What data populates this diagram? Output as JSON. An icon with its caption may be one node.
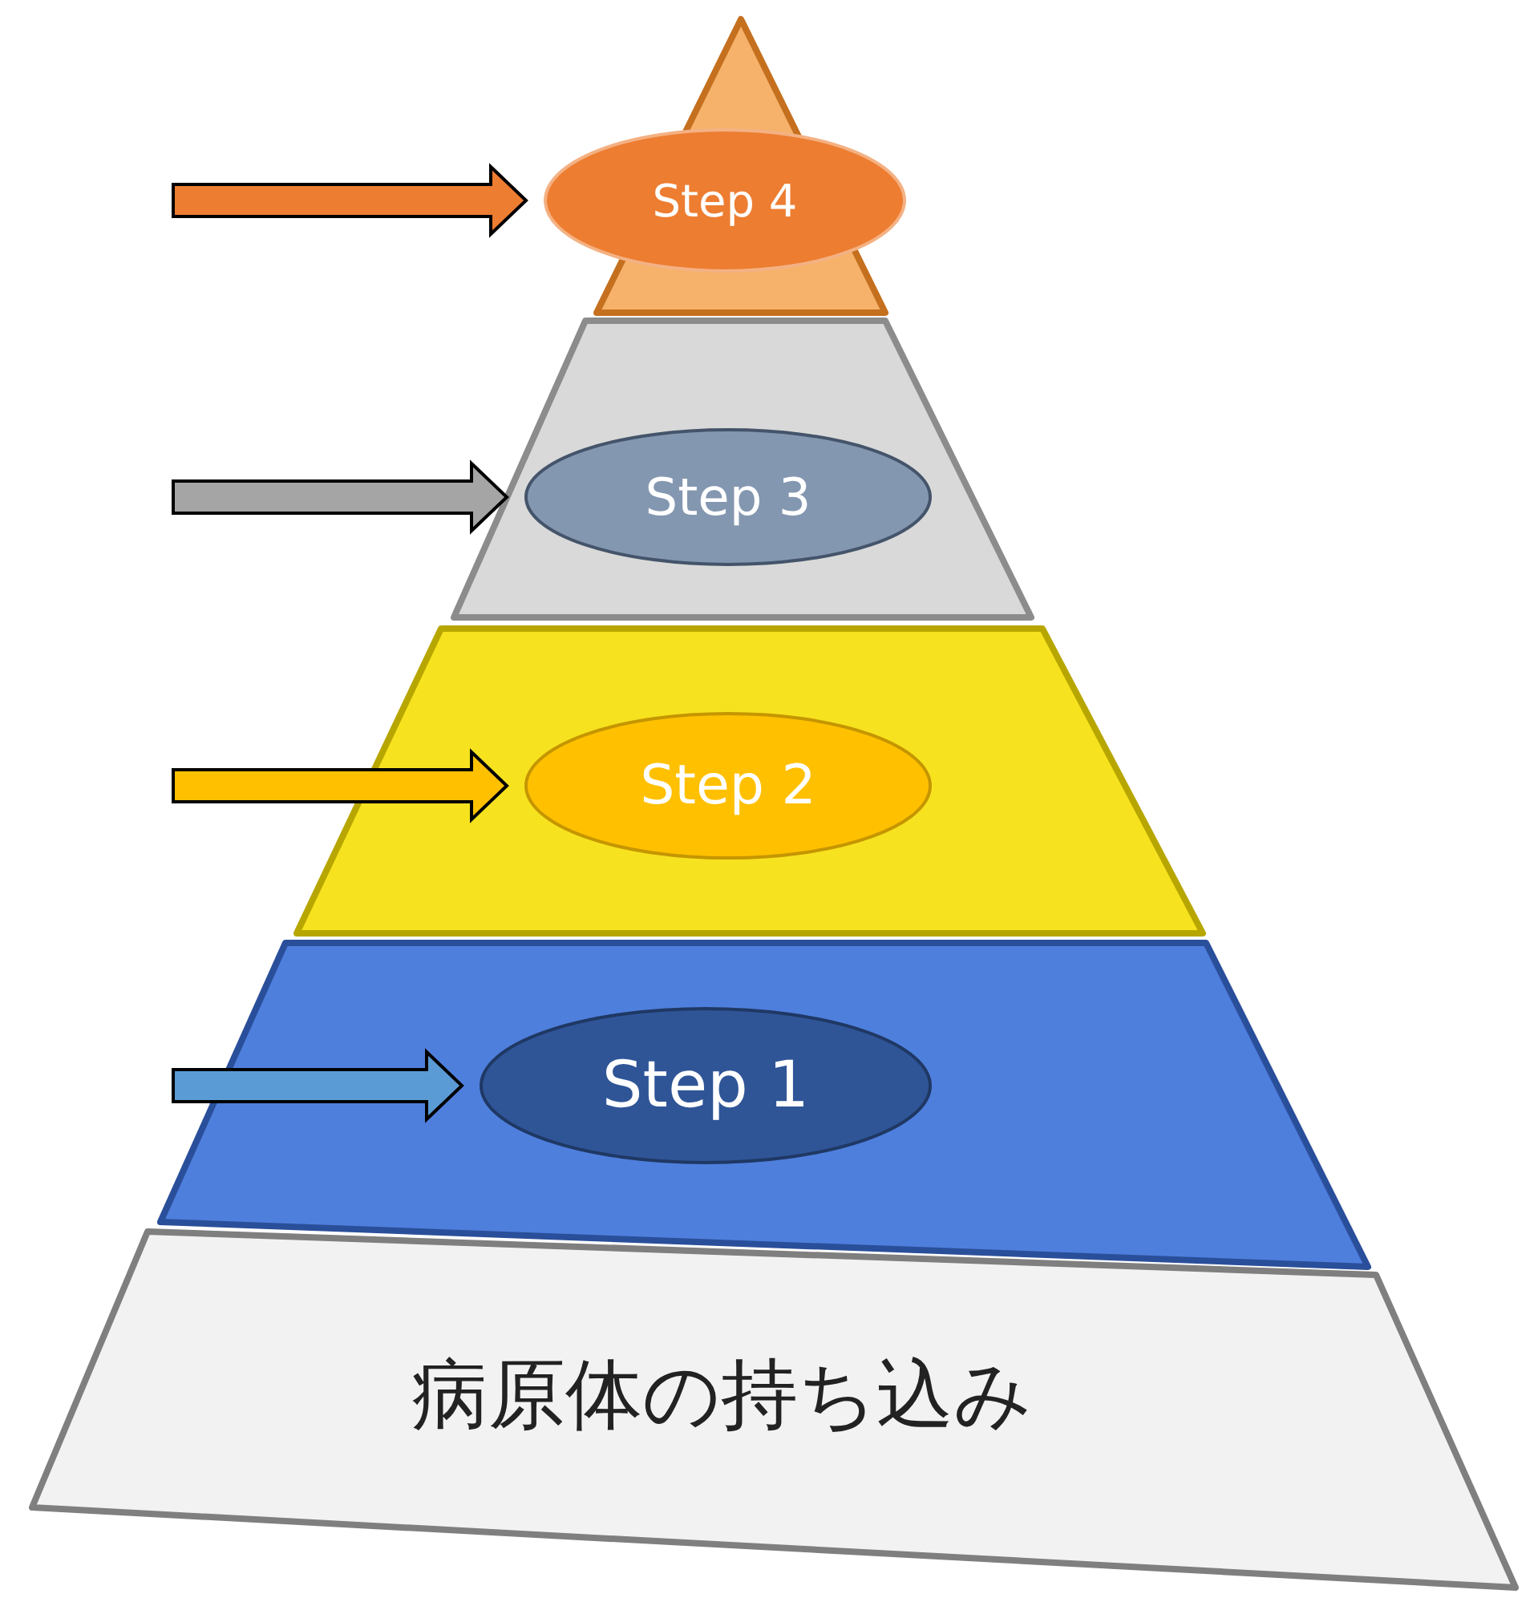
{
  "diagram": {
    "nodes": [
      {
        "text": [],
        "shape": "triangle"
      },
      {
        "text": [
          "Step 4"
        ]
      },
      {
        "text": [],
        "shape": "trapezoid"
      },
      {
        "text": [
          "Step 3"
        ],
        "in": 2
      },
      {
        "text": [],
        "shape": "trapezoid"
      },
      {
        "text": [
          "Step 2"
        ],
        "in": 4
      },
      {
        "text": [],
        "shape": "trapezoid"
      },
      {
        "text": [
          "Step 1"
        ],
        "in": 6
      },
      {
        "text": [
          "病原体の持ち込み"
        ]
      }
    ],
    "edges": [
      {
        "from": null,
        "to": 1,
        "arrow": "to",
        "color": "#ed7d31"
      },
      {
        "from": null,
        "to": 3,
        "arrow": "to",
        "color": "#a5a5a5"
      },
      {
        "from": null,
        "to": 5,
        "arrow": "to",
        "color": "#ffc000"
      },
      {
        "from": null,
        "to": 7,
        "arrow": "to",
        "color": "#5b9bd5"
      }
    ]
  }
}
